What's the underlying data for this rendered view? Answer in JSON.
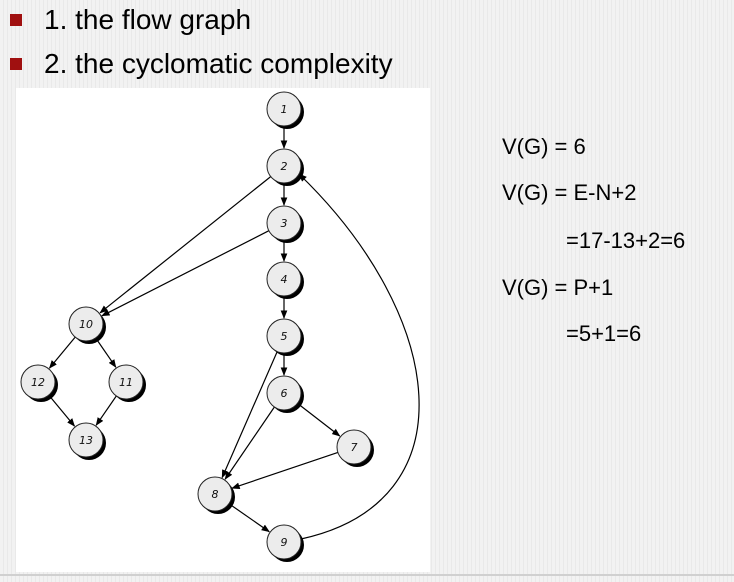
{
  "bullets": [
    {
      "text": "1. the flow graph"
    },
    {
      "text": "2. the cyclomatic complexity"
    }
  ],
  "equations": [
    {
      "text": "V(G) = 6"
    },
    {
      "text": "V(G) = E-N+2"
    },
    {
      "text": "=17-13+2=6"
    },
    {
      "text": "V(G) = P+1"
    },
    {
      "text": "=5+1=6"
    }
  ],
  "graph": {
    "nodes": [
      {
        "id": "1",
        "label": "1"
      },
      {
        "id": "2",
        "label": "2"
      },
      {
        "id": "3",
        "label": "3"
      },
      {
        "id": "4",
        "label": "4"
      },
      {
        "id": "5",
        "label": "5"
      },
      {
        "id": "6",
        "label": "6"
      },
      {
        "id": "7",
        "label": "7"
      },
      {
        "id": "8",
        "label": "8"
      },
      {
        "id": "9",
        "label": "9"
      },
      {
        "id": "10",
        "label": "10"
      },
      {
        "id": "11",
        "label": "11"
      },
      {
        "id": "12",
        "label": "12"
      },
      {
        "id": "13",
        "label": "13"
      }
    ],
    "edges": [
      {
        "from": "1",
        "to": "2"
      },
      {
        "from": "2",
        "to": "3"
      },
      {
        "from": "2",
        "to": "10"
      },
      {
        "from": "3",
        "to": "4"
      },
      {
        "from": "3",
        "to": "10"
      },
      {
        "from": "4",
        "to": "5"
      },
      {
        "from": "5",
        "to": "6"
      },
      {
        "from": "5",
        "to": "8"
      },
      {
        "from": "6",
        "to": "7"
      },
      {
        "from": "6",
        "to": "8"
      },
      {
        "from": "7",
        "to": "8"
      },
      {
        "from": "8",
        "to": "9"
      },
      {
        "from": "9",
        "to": "2"
      },
      {
        "from": "10",
        "to": "11"
      },
      {
        "from": "10",
        "to": "12"
      },
      {
        "from": "11",
        "to": "13"
      },
      {
        "from": "12",
        "to": "13"
      }
    ]
  },
  "colors": {
    "bullet_marker": "#a01010",
    "node_fill": "#ececec",
    "node_shadow": "#000000",
    "edge": "#000000"
  }
}
